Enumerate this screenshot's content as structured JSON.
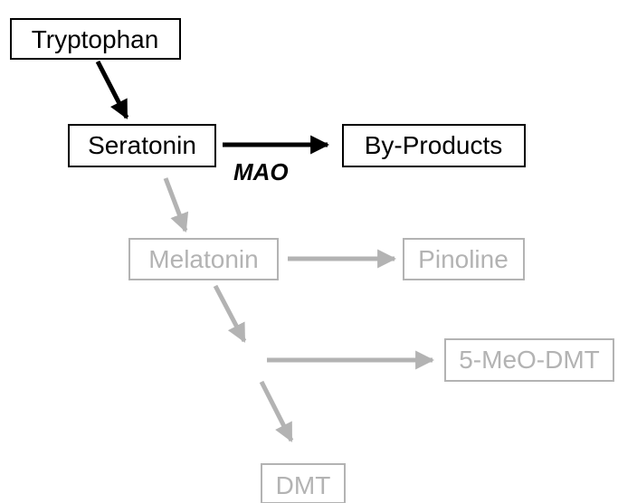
{
  "colors": {
    "dark": "#000000",
    "faded": "#b3b3b3"
  },
  "nodes": {
    "tryptophan": "Tryptophan",
    "seratonin": "Seratonin",
    "by_products": "By-Products",
    "melatonin": "Melatonin",
    "pinoline": "Pinoline",
    "meo_dmt": "5-MeO-DMT",
    "dmt": "DMT"
  },
  "edge_labels": {
    "mao": "MAO"
  }
}
